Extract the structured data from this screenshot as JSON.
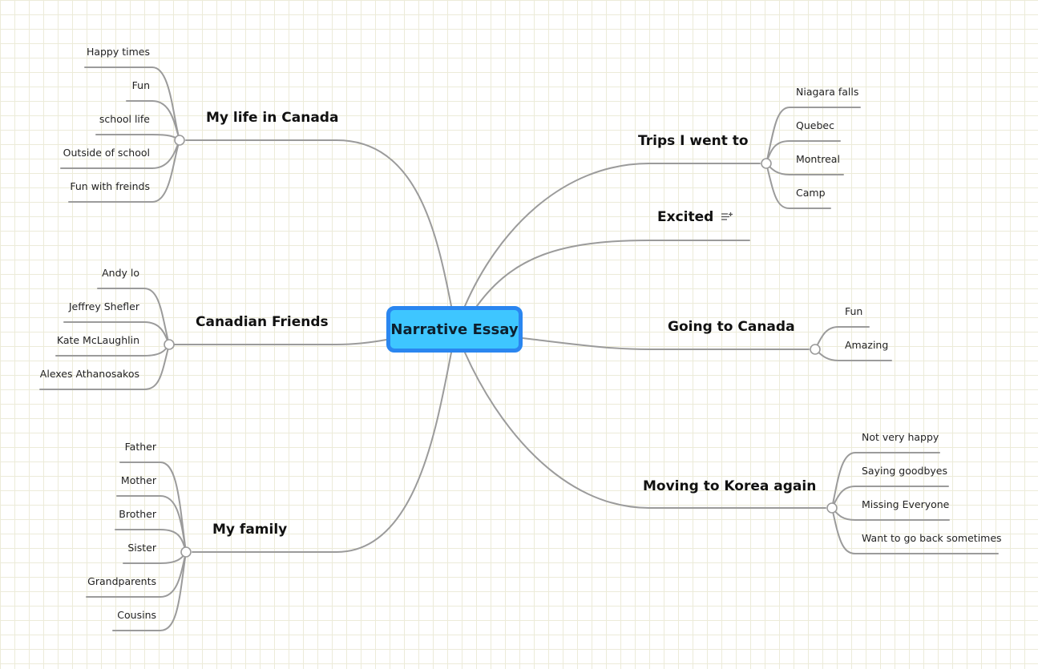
{
  "root": "Narrative Essay",
  "topics": {
    "life": {
      "title": "My life in Canada",
      "items": [
        "Happy times",
        "Fun",
        "school life",
        "Outside of school",
        "Fun with freinds"
      ]
    },
    "friends": {
      "title": "Canadian Friends",
      "items": [
        "Andy lo",
        "Jeffrey Shefler",
        "Kate McLaughlin",
        "Alexes Athanosakos"
      ]
    },
    "family": {
      "title": "My family",
      "items": [
        "Father",
        "Mother",
        "Brother",
        "Sister",
        "Grandparents",
        "Cousins"
      ]
    },
    "trips": {
      "title": "Trips I went to",
      "items": [
        "Niagara falls",
        "Quebec",
        "Montreal",
        "Camp"
      ]
    },
    "excited": {
      "title": "Excited",
      "icon": "note-icon"
    },
    "going": {
      "title": "Going to Canada",
      "items": [
        "Fun",
        "Amazing"
      ]
    },
    "moving": {
      "title": "Moving to Korea again",
      "items": [
        "Not very happy",
        "Saying goodbyes",
        "Missing Everyone",
        "Want to go back sometimes"
      ]
    }
  },
  "colors": {
    "root_fill": "#3ec6ff",
    "root_border": "#2a86f0",
    "line": "#9b9b9b",
    "grid": "#ecebd9"
  }
}
